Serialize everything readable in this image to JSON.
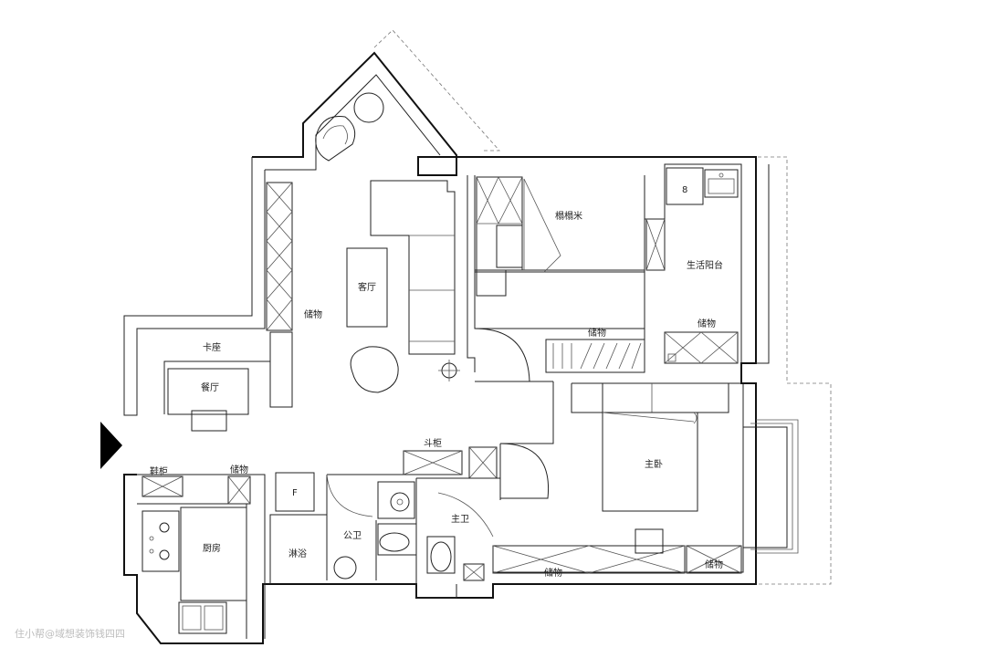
{
  "rooms": {
    "living": "客厅",
    "storage_left": "储物",
    "kaza": "卡座",
    "dining": "餐厅",
    "tatami": "榻榻米",
    "balcony": "生活阳台",
    "storage_mid": "储物",
    "storage_balcony": "储物",
    "cabinet": "斗柜",
    "master": "主卧",
    "master_bath": "主卫",
    "shoe_cabinet": "鞋柜",
    "kitchen_storage": "储物",
    "kitchen": "厨房",
    "shower": "淋浴",
    "public_bath": "公卫",
    "storage_bottom": "储物",
    "storage_right": "储物"
  },
  "fixtures": {
    "fridge_mark": "F",
    "box_mark": "8"
  },
  "watermark": "住小帮@域想装饰钱四四"
}
